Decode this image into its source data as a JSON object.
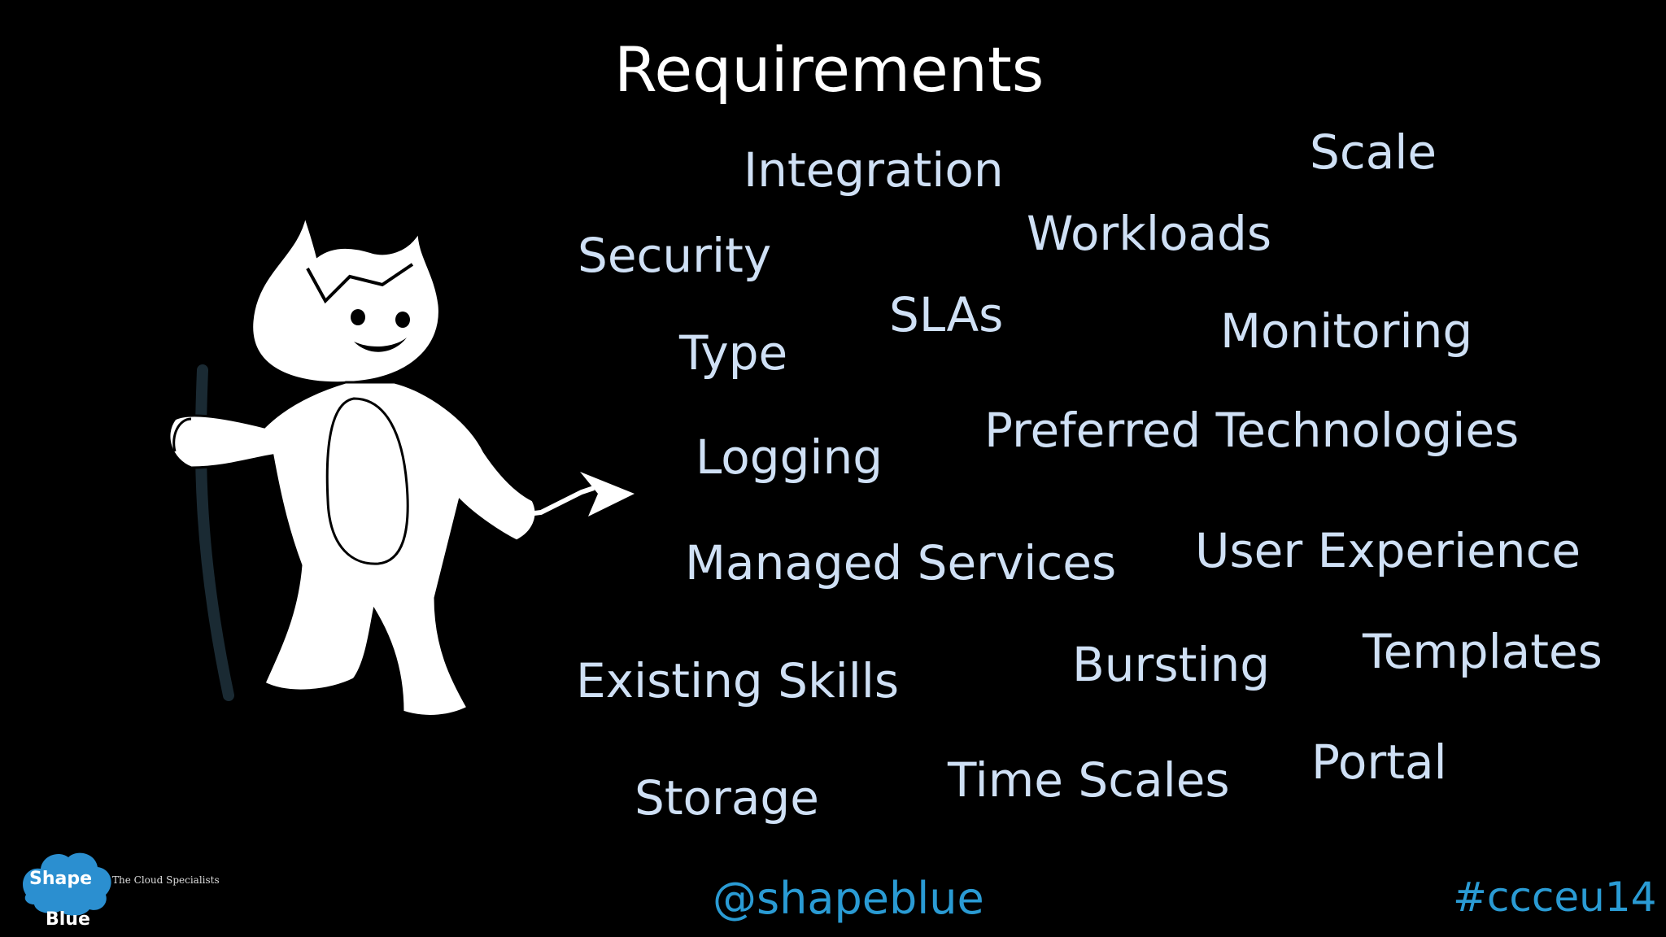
{
  "slide": {
    "title": "Requirements",
    "requirements": [
      "Integration",
      "Scale",
      "Security",
      "Workloads",
      "SLAs",
      "Type",
      "Monitoring",
      "Preferred Technologies",
      "Logging",
      "Managed Services",
      "User Experience",
      "Existing Skills",
      "Bursting",
      "Templates",
      "Storage",
      "Time Scales",
      "Portal"
    ],
    "footer": {
      "handle": "@shapeblue",
      "hashtag": "#ccceu14"
    },
    "logo": {
      "word_top": "Shape",
      "word_bottom": "Blue",
      "tagline": "The Cloud Specialists"
    },
    "colors": {
      "background": "#000000",
      "title": "#ffffff",
      "words": "#cfe0f5",
      "footer": "#2a9bd4",
      "logo": "#2b8fd0"
    },
    "mascot_icon": "cloudstack-mascot-with-staff"
  }
}
